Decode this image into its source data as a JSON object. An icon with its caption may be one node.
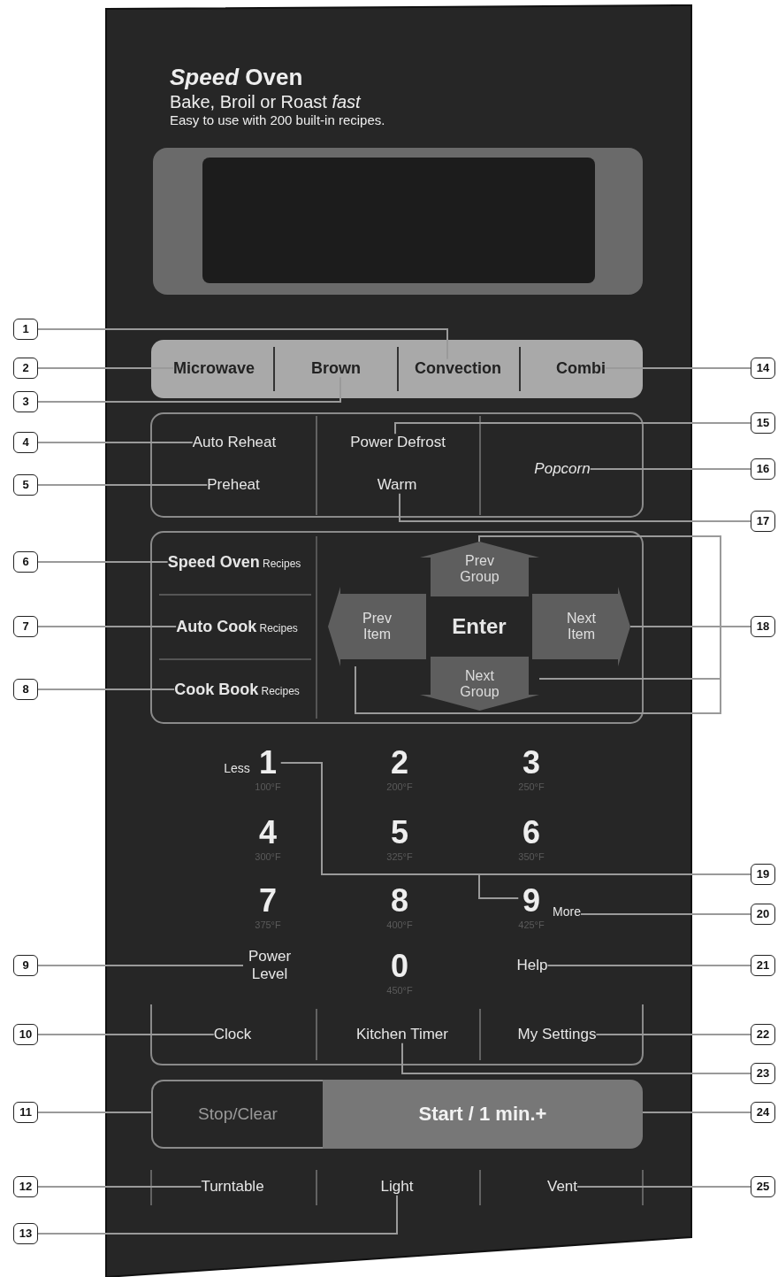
{
  "diagram": {
    "title": "*Speed* Oven",
    "nodes": [
      {
        "text": [
          "1"
        ]
      },
      {
        "text": [
          "2"
        ]
      },
      {
        "text": [
          "3"
        ]
      },
      {
        "text": [
          "4"
        ]
      },
      {
        "text": [
          "5"
        ]
      },
      {
        "text": [
          "6"
        ]
      },
      {
        "text": [
          "7"
        ]
      },
      {
        "text": [
          "8"
        ]
      },
      {
        "text": [
          "9"
        ]
      },
      {
        "text": [
          "10"
        ]
      },
      {
        "text": [
          "11"
        ]
      },
      {
        "text": [
          "12"
        ]
      },
      {
        "text": [
          "13"
        ]
      },
      {
        "text": [
          "14"
        ]
      },
      {
        "text": [
          "15"
        ]
      },
      {
        "text": [
          "16"
        ]
      },
      {
        "text": [
          "17"
        ]
      },
      {
        "text": [
          "18"
        ]
      },
      {
        "text": [
          "19"
        ]
      },
      {
        "text": [
          "20"
        ]
      },
      {
        "text": [
          "21"
        ]
      },
      {
        "text": [
          "22"
        ]
      },
      {
        "text": [
          "23"
        ]
      },
      {
        "text": [
          "24"
        ]
      },
      {
        "text": [
          "25"
        ]
      },
      {
        "text": [
          "Microwave"
        ]
      },
      {
        "text": [
          "Brown"
        ]
      },
      {
        "text": [
          "Convection"
        ]
      },
      {
        "text": [
          "Combi"
        ]
      },
      {
        "text": [
          "Auto Reheat"
        ]
      },
      {
        "text": [
          "Power Defrost"
        ]
      },
      {
        "text": [
          "Popcorn"
        ]
      },
      {
        "text": [
          "Preheat"
        ]
      },
      {
        "text": [
          "Warm"
        ]
      },
      {
        "text": [
          "**Speed Oven** Recipes"
        ]
      },
      {
        "text": [
          "Prev Group"
        ]
      },
      {
        "text": [
          "Prev Item"
        ]
      },
      {
        "text": [
          "Enter"
        ]
      },
      {
        "text": [
          "Next Item"
        ]
      },
      {
        "text": [
          "**Auto Cook** Recipes"
        ]
      },
      {
        "text": [
          "Next Group"
        ]
      },
      {
        "text": [
          "**Cook Book** Recipes"
        ]
      },
      {
        "text": [
          "Less"
        ]
      },
      {
        "text": [
          "1",
          "100°F"
        ]
      },
      {
        "text": [
          "2",
          "200°F"
        ]
      },
      {
        "text": [
          "3",
          "250°F"
        ]
      },
      {
        "text": [
          "4",
          "300°F"
        ]
      },
      {
        "text": [
          "5",
          "325°F"
        ]
      },
      {
        "text": [
          "6",
          "350°F"
        ]
      },
      {
        "text": [
          "7",
          "375°F"
        ]
      },
      {
        "text": [
          "8",
          "400°F"
        ]
      },
      {
        "text": [
          "9",
          "425°F"
        ]
      },
      {
        "text": [
          "More"
        ]
      },
      {
        "text": [
          "Power Level"
        ]
      },
      {
        "text": [
          "0",
          "450°F"
        ]
      },
      {
        "text": [
          "Help"
        ]
      },
      {
        "text": [
          "Clock"
        ]
      },
      {
        "text": [
          "Kitchen Timer"
        ]
      },
      {
        "text": [
          "My Settings"
        ]
      },
      {
        "text": [
          "Stop/Clear"
        ]
      },
      {
        "text": [
          "Start / 1 min.+"
        ]
      },
      {
        "text": [
          "Turntable"
        ]
      },
      {
        "text": [
          "Light"
        ]
      },
      {
        "text": [
          "Vent"
        ]
      }
    ],
    "edges": [
      {
        "from": 0,
        "to": 27,
        "arrow": "none"
      },
      {
        "from": 1,
        "to": 25,
        "arrow": "none"
      },
      {
        "from": 2,
        "to": 26,
        "arrow": "none"
      },
      {
        "from": 3,
        "to": 29,
        "arrow": "none"
      },
      {
        "from": 4,
        "to": 32,
        "arrow": "none"
      },
      {
        "from": 5,
        "to": 34,
        "arrow": "none"
      },
      {
        "from": 6,
        "to": 39,
        "arrow": "none"
      },
      {
        "from": 7,
        "to": 41,
        "arrow": "none"
      },
      {
        "from": 8,
        "to": 53,
        "arrow": "none"
      },
      {
        "from": 9,
        "to": 56,
        "arrow": "none"
      },
      {
        "from": 10,
        "to": 59,
        "arrow": "none"
      },
      {
        "from": 11,
        "to": 61,
        "arrow": "none"
      },
      {
        "from": 12,
        "to": 62,
        "arrow": "none"
      },
      {
        "from": 13,
        "to": 28,
        "arrow": "none"
      },
      {
        "from": 14,
        "to": 30,
        "arrow": "none"
      },
      {
        "from": 15,
        "to": 31,
        "arrow": "none"
      },
      {
        "from": 16,
        "to": 33,
        "arrow": "none"
      },
      {
        "from": 17,
        "to": 35,
        "arrow": "none"
      },
      {
        "from": 17,
        "to": 38,
        "arrow": "none"
      },
      {
        "from": 17,
        "to": 40,
        "arrow": "none"
      },
      {
        "from": 17,
        "to": 36,
        "arrow": "none"
      },
      {
        "from": 18,
        "to": 43,
        "arrow": "none"
      },
      {
        "from": 18,
        "to": 51,
        "arrow": "none"
      },
      {
        "from": 19,
        "to": 52,
        "arrow": "none"
      },
      {
        "from": 20,
        "to": 55,
        "arrow": "none"
      },
      {
        "from": 21,
        "to": 58,
        "arrow": "none"
      },
      {
        "from": 22,
        "to": 57,
        "arrow": "none"
      },
      {
        "from": 23,
        "to": 60,
        "arrow": "none"
      },
      {
        "from": 24,
        "to": 63,
        "arrow": "none"
      }
    ],
    "labels": [
      "Bake, Broil or Roast *fast*",
      "Easy to use with 200 built-in recipes."
    ]
  }
}
